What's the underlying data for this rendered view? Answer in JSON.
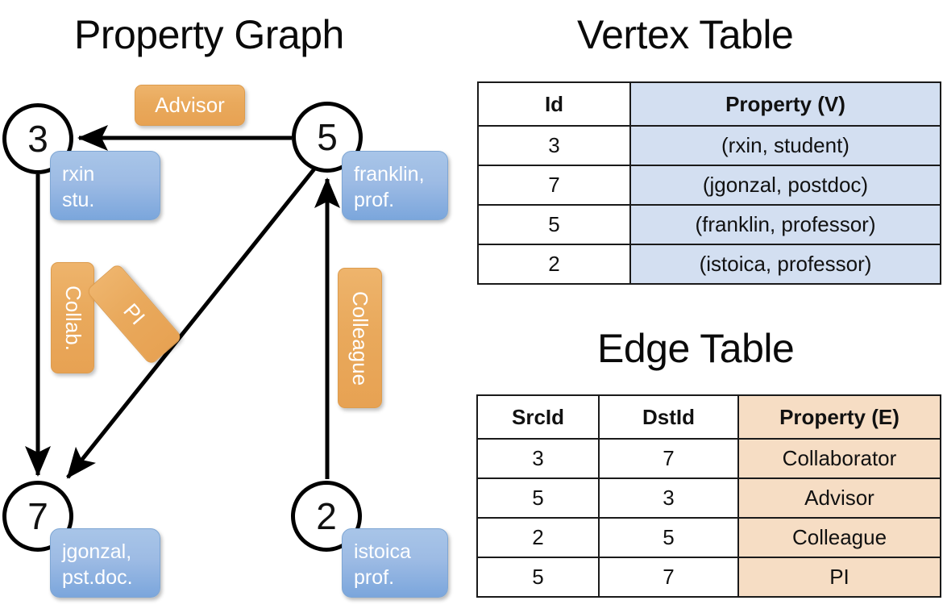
{
  "titles": {
    "property_graph": "Property Graph",
    "vertex_table": "Vertex Table",
    "edge_table": "Edge Table"
  },
  "colors": {
    "vertex_property_fill": "#d3dff1",
    "edge_property_fill": "#f6ddc4",
    "node_property_box": "#9dbbe4",
    "edge_label_box": "#e9a95c",
    "stroke": "#000000"
  },
  "graph": {
    "nodes": [
      {
        "id": "3",
        "property": "rxin\nstu."
      },
      {
        "id": "5",
        "property": "franklin,\nprof."
      },
      {
        "id": "7",
        "property": "jgonzal,\npst.doc."
      },
      {
        "id": "2",
        "property": "istoica\nprof."
      }
    ],
    "edge_labels": [
      {
        "name": "advisor",
        "text": "Advisor"
      },
      {
        "name": "collab",
        "text": "Collab."
      },
      {
        "name": "pi",
        "text": "PI"
      },
      {
        "name": "colleague",
        "text": "Colleague"
      }
    ]
  },
  "vertex_table": {
    "headers": [
      "Id",
      "Property (V)"
    ],
    "rows": [
      {
        "id": "3",
        "property": "(rxin, student)"
      },
      {
        "id": "7",
        "property": "(jgonzal, postdoc)"
      },
      {
        "id": "5",
        "property": "(franklin, professor)"
      },
      {
        "id": "2",
        "property": "(istoica, professor)"
      }
    ]
  },
  "edge_table": {
    "headers": [
      "SrcId",
      "DstId",
      "Property (E)"
    ],
    "rows": [
      {
        "src": "3",
        "dst": "7",
        "property": "Collaborator"
      },
      {
        "src": "5",
        "dst": "3",
        "property": "Advisor"
      },
      {
        "src": "2",
        "dst": "5",
        "property": "Colleague"
      },
      {
        "src": "5",
        "dst": "7",
        "property": "PI"
      }
    ]
  }
}
